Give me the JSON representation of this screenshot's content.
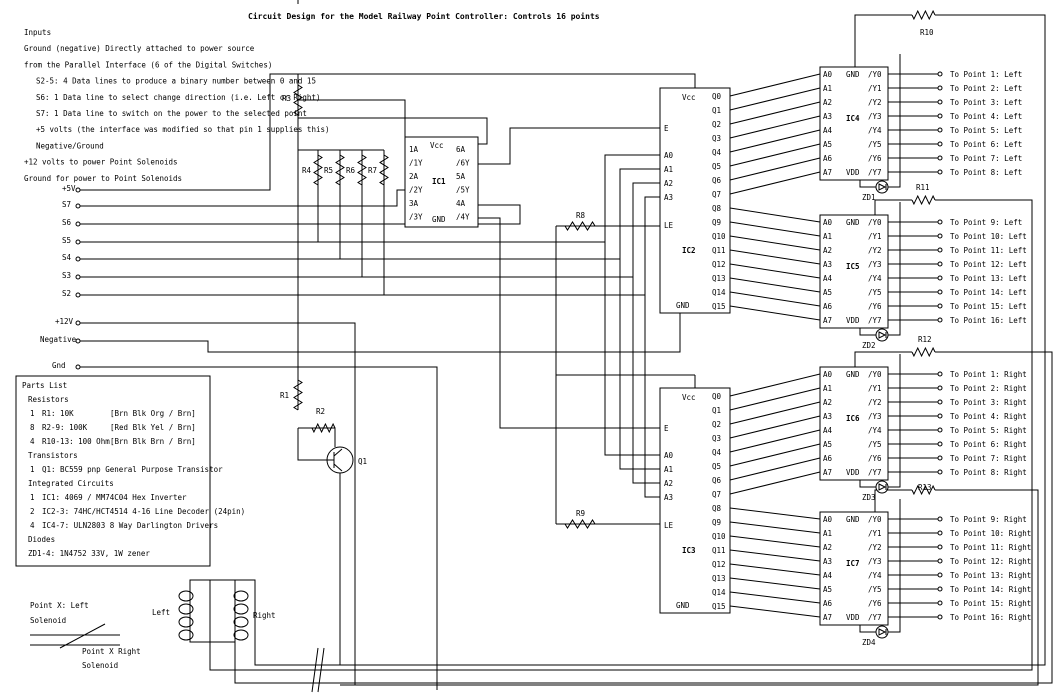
{
  "title": "Circuit Design for the Model Railway Point Controller:   Controls 16 points",
  "notes": [
    "Inputs",
    "Ground (negative)     Directly attached to power source",
    "from the Parallel Interface   (6 of the Digital Switches)",
    "S2-5:  4 Data lines to produce a binary number between 0 and 15",
    "S6:    1 Data line to select change direction (i.e. Left or Right)",
    "S7:    1 Data line to switch on the power to the selected point",
    "+5 volts  (the interface was modified so that pin 1 supplies this)",
    "Negative/Ground",
    "+12 volts to power Point Solenoids",
    "Ground for power to Point Solenoids"
  ],
  "terminals": [
    "+5V",
    "S7",
    "S6",
    "S5",
    "S4",
    "S3",
    "S2",
    "+12V",
    "Negative",
    "Gnd"
  ],
  "resistor_labels": [
    "R1",
    "R2",
    "R3",
    "R4",
    "R5",
    "R6",
    "R7",
    "R8",
    "R9",
    "R10",
    "R11",
    "R12",
    "R13"
  ],
  "ic1": {
    "name": "IC1",
    "left": [
      "1A",
      "/1Y",
      "2A",
      "/2Y",
      "3A",
      "/3Y"
    ],
    "top": "Vcc",
    "right": [
      "6A",
      "/6Y",
      "5A",
      "/5Y",
      "4A",
      "/4Y"
    ],
    "gnd": "GND"
  },
  "decoder": {
    "left": [
      "Vcc",
      "E",
      "A0",
      "A1",
      "A2",
      "A3",
      "LE",
      "GND"
    ],
    "outputs": [
      "Q0",
      "Q1",
      "Q2",
      "Q3",
      "Q4",
      "Q5",
      "Q6",
      "Q7",
      "Q8",
      "Q9",
      "Q10",
      "Q11",
      "Q12",
      "Q13",
      "Q14",
      "Q15"
    ],
    "names": [
      "IC2",
      "IC3"
    ]
  },
  "driver": {
    "inputs": [
      "A0",
      "A1",
      "A2",
      "A3",
      "A4",
      "A5",
      "A6",
      "A7"
    ],
    "outputs": [
      "/Y0",
      "/Y1",
      "/Y2",
      "/Y3",
      "/Y4",
      "/Y5",
      "/Y6",
      "/Y7"
    ],
    "gnd": "GND",
    "vdd": "VDD",
    "names": [
      "IC4",
      "IC5",
      "IC6",
      "IC7"
    ],
    "zeners": [
      "ZD1",
      "ZD2",
      "ZD3",
      "ZD4"
    ]
  },
  "transistor_label": "Q1",
  "point_labels": [
    [
      "To Point 1: Left",
      "To Point 2: Left",
      "To Point 3: Left",
      "To Point 4: Left",
      "To Point 5: Left",
      "To Point 6: Left",
      "To Point 7: Left",
      "To Point 8: Left"
    ],
    [
      "To Point 9: Left",
      "To Point 10: Left",
      "To Point 11: Left",
      "To Point 12: Left",
      "To Point 13: Left",
      "To Point 14: Left",
      "To Point 15: Left",
      "To Point 16: Left"
    ],
    [
      "To Point 1: Right",
      "To Point 2: Right",
      "To Point 3: Right",
      "To Point 4: Right",
      "To Point 5: Right",
      "To Point 6: Right",
      "To Point 7: Right",
      "To Point 8: Right"
    ],
    [
      "To Point 9: Right",
      "To Point 10: Right",
      "To Point 11: Right",
      "To Point 12: Right",
      "To Point 13: Right",
      "To Point 14: Right",
      "To Point 15: Right",
      "To Point 16: Right"
    ]
  ],
  "parts_list": {
    "heading": "Parts List",
    "lines": [
      {
        "qty": "",
        "part": "Resistors",
        "code": ""
      },
      {
        "qty": "1",
        "part": "R1: 10K",
        "code": "[Brn Blk Org / Brn]"
      },
      {
        "qty": "8",
        "part": "R2-9: 100K",
        "code": "[Red Blk Yel / Brn]"
      },
      {
        "qty": "4",
        "part": "R10-13: 100 Ohm",
        "code": "[Brn Blk Brn / Brn]"
      },
      {
        "qty": "",
        "part": "Transistors",
        "code": ""
      },
      {
        "qty": "1",
        "part": "Q1: BC559 pnp General Purpose Transistor",
        "code": ""
      },
      {
        "qty": "",
        "part": "Integrated Circuits",
        "code": ""
      },
      {
        "qty": "1",
        "part": "IC1:  4069 / MM74C04 Hex Inverter",
        "code": ""
      },
      {
        "qty": "2",
        "part": "IC2-3: 74HC/HCT4514 4-16 Line Decoder (24pin)",
        "code": ""
      },
      {
        "qty": "4",
        "part": "IC4-7: ULN2803 8 Way Darlington Drivers",
        "code": ""
      },
      {
        "qty": "",
        "part": "Diodes",
        "code": ""
      },
      {
        "qty": "",
        "part": "ZD1-4: 1N4752 33V, 1W zener",
        "code": ""
      }
    ]
  },
  "solenoid": {
    "left_label": "Left",
    "right_label": "Right",
    "legend_left": [
      "Point X: Left",
      "Solenoid"
    ],
    "legend_right": [
      "Point X Right",
      "Solenoid"
    ]
  }
}
